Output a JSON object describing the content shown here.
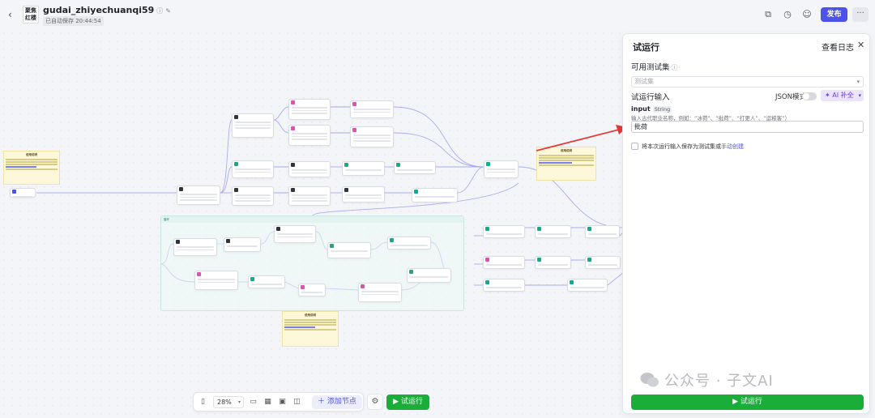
{
  "header": {
    "back_icon": "chevron-left-icon",
    "logo_text": "聚焦\n红楼",
    "app_name": "gudai_zhiyechuanqi59",
    "autosave": "已自动保存 20:44:54",
    "publish_label": "发布",
    "more_label": "···",
    "accent_color": "#4d53e8"
  },
  "canvas": {
    "note_title": "使用说明",
    "loop_title": "循环"
  },
  "toolbar": {
    "zoom": "28%",
    "add_node_label": "添加节点",
    "run_label": "试运行",
    "run_color": "#1aad38"
  },
  "panel": {
    "title": "试运行",
    "log_label": "查看日志",
    "close_icon": "close-icon",
    "testset_section": "可用测试集",
    "testset_placeholder": "测试集",
    "run_input_section": "试运行输入",
    "json_mode_label": "JSON模式",
    "ai_label": "AI 补全",
    "input": {
      "name": "input",
      "type": "String",
      "description": "输入古代职业名称，例如：“冰荷”、“批荷”、“打更人”、“运粮客”）",
      "value": "批荷"
    },
    "save_text": "将本次运行输入保存为测试集或",
    "save_link": "手动创建",
    "run_button": "试运行"
  },
  "watermark": "公众号 · 子文AI"
}
